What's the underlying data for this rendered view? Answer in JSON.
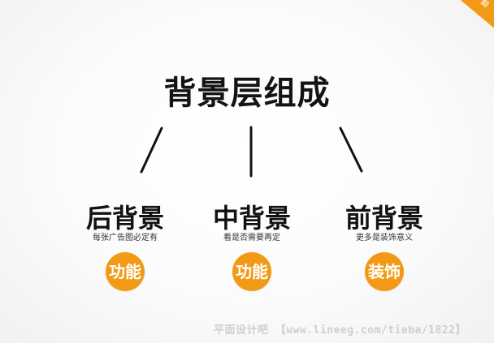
{
  "title": "背景层组成",
  "nodes": [
    {
      "title": "后背景",
      "subtitle": "每张广告图必定有",
      "badge": "功能"
    },
    {
      "title": "中背景",
      "subtitle": "看是否需要再定",
      "badge": "功能"
    },
    {
      "title": "前背景",
      "subtitle": "更多是装饰意义",
      "badge": "装饰"
    }
  ],
  "colors": {
    "accent": "#f29a16",
    "line": "#111111"
  },
  "corner_badge": "翻",
  "watermark": "平面设计吧 【www.lineeg.com/tieba/1822】"
}
